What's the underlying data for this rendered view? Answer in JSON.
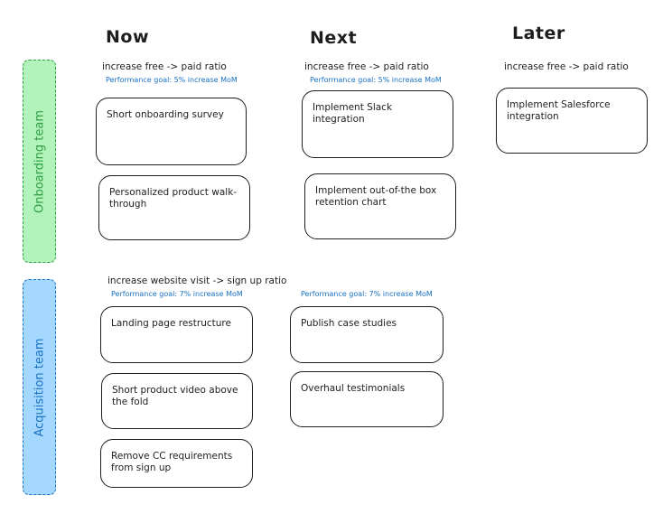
{
  "columns": {
    "now": "Now",
    "next": "Next",
    "later": "Later"
  },
  "lanes": {
    "onboarding": {
      "label": "Onboarding team",
      "now": {
        "objective": "increase free -> paid ratio",
        "goal": "Performance goal: 5% increase MoM",
        "cards": [
          "Short onboarding survey",
          "Personalized product walk-through"
        ]
      },
      "next": {
        "objective": "increase free -> paid ratio",
        "goal": "Performance goal: 5% increase MoM",
        "cards": [
          "Implement Slack integration",
          "Implement out-of-the box retention chart"
        ]
      },
      "later": {
        "objective": "increase free -> paid ratio",
        "cards": [
          "Implement Salesforce integration"
        ]
      }
    },
    "acquisition": {
      "label": "Acquisition team",
      "now": {
        "objective": "increase website visit -> sign up ratio",
        "goal": "Performance goal: 7% increase MoM",
        "cards": [
          "Landing page restructure",
          "Short product video above the fold",
          "Remove CC requirements from sign up"
        ]
      },
      "next": {
        "goal": "Performance goal: 7% increase MoM",
        "cards": [
          "Publish case studies",
          "Overhaul testimonials"
        ]
      }
    }
  },
  "colors": {
    "onboarding_fill": "#b2f2bb",
    "onboarding_stroke": "#2f9e44",
    "acquisition_fill": "#a5d8ff",
    "acquisition_stroke": "#1971c2",
    "goal_text": "#1971c2"
  }
}
